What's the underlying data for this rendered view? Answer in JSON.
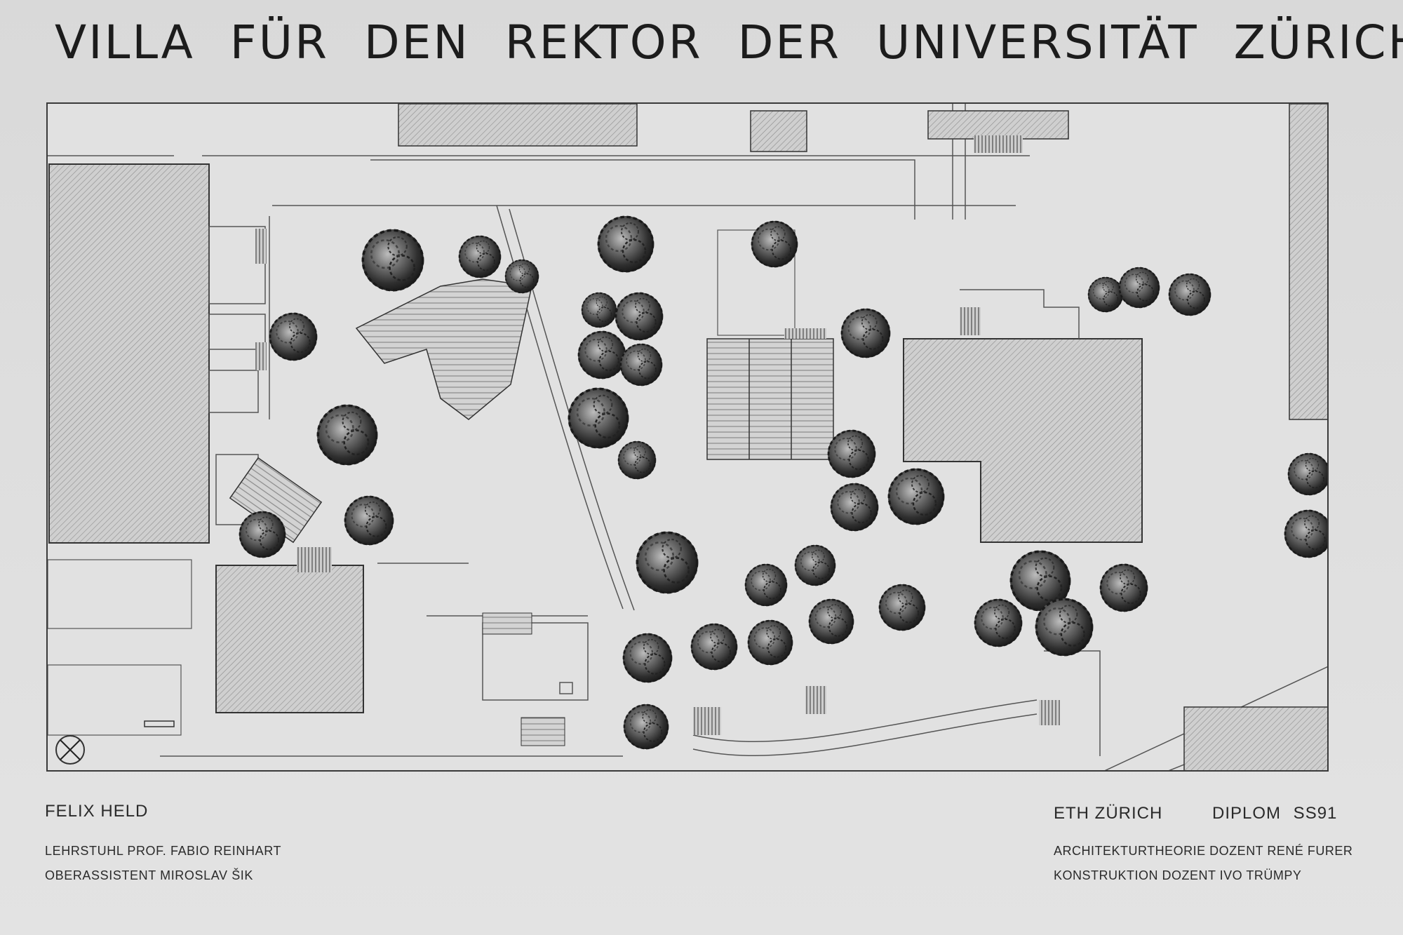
{
  "title": "VILLA FÜR DEN REKTOR DER UNIVERSITÄT ZÜRICH",
  "author": "FELIX HELD",
  "chair": "LEHRSTUHL PROF. FABIO REINHART",
  "assistant": "OBERASSISTENT MIROSLAV ŠIK",
  "school": "ETH ZÜRICH",
  "diploma": "DIPLOM SS91",
  "theory": "ARCHITEKTURTHEORIE DOZENT RENÉ FURER",
  "construction": "KONSTRUKTION DOZENT IVO TRÜMPY"
}
